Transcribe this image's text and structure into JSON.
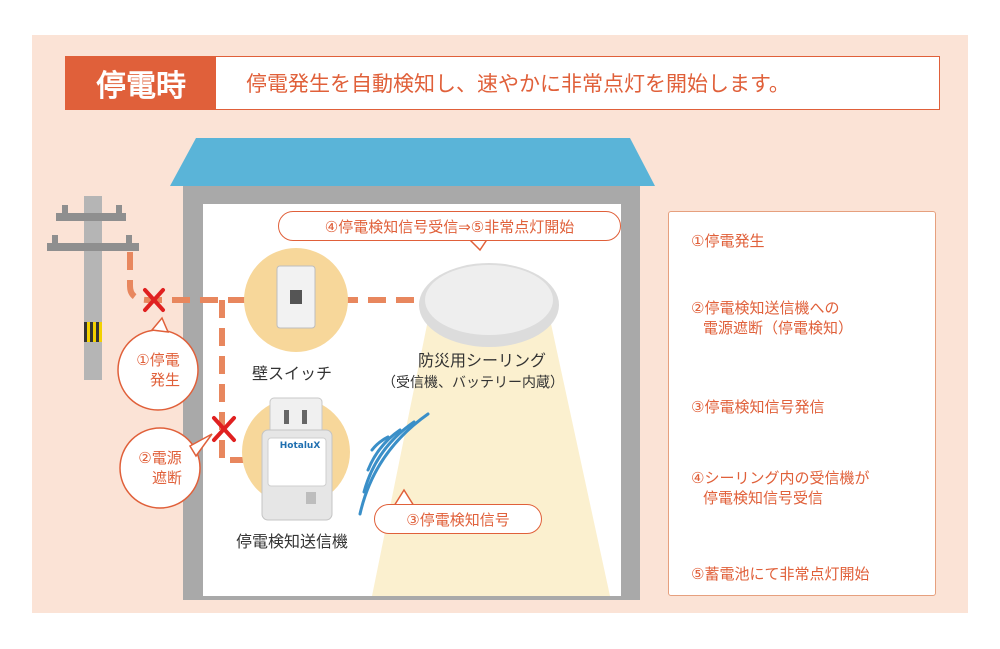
{
  "banner": {
    "label": "停電時",
    "text": "停電発生を自動検知し、速やかに非常点灯を開始します。"
  },
  "house": {
    "top_bubble": "④停電検知信号受信⇒⑤非常点灯開始",
    "wall_switch": "壁スイッチ",
    "ceiling_title": "防災用シーリング",
    "ceiling_sub": "（受信機、バッテリー内蔵）",
    "transmitter_label": "停電検知送信機",
    "device_brand": "HotaluX",
    "signal_bubble": "③停電検知信号"
  },
  "callouts": {
    "outage_1": "①停電",
    "outage_2": "発生",
    "cut_1": "②電源",
    "cut_2": "遮断"
  },
  "steps": {
    "s1": "①停電発生",
    "s2_line1": "②停電検知送信機への",
    "s2_line2": "電源遮断（停電検知）",
    "s3": "③停電検知信号発信",
    "s4_line1": "④シーリング内の受信機が",
    "s4_line2": "停電検知信号受信",
    "s5": "⑤蓄電池にて非常点灯開始"
  },
  "colors": {
    "accent": "#e0603a",
    "panel": "#fbe3d6",
    "roof": "#5ab4d8",
    "wall": "#a9a9a9",
    "dash": "#e8875e"
  }
}
